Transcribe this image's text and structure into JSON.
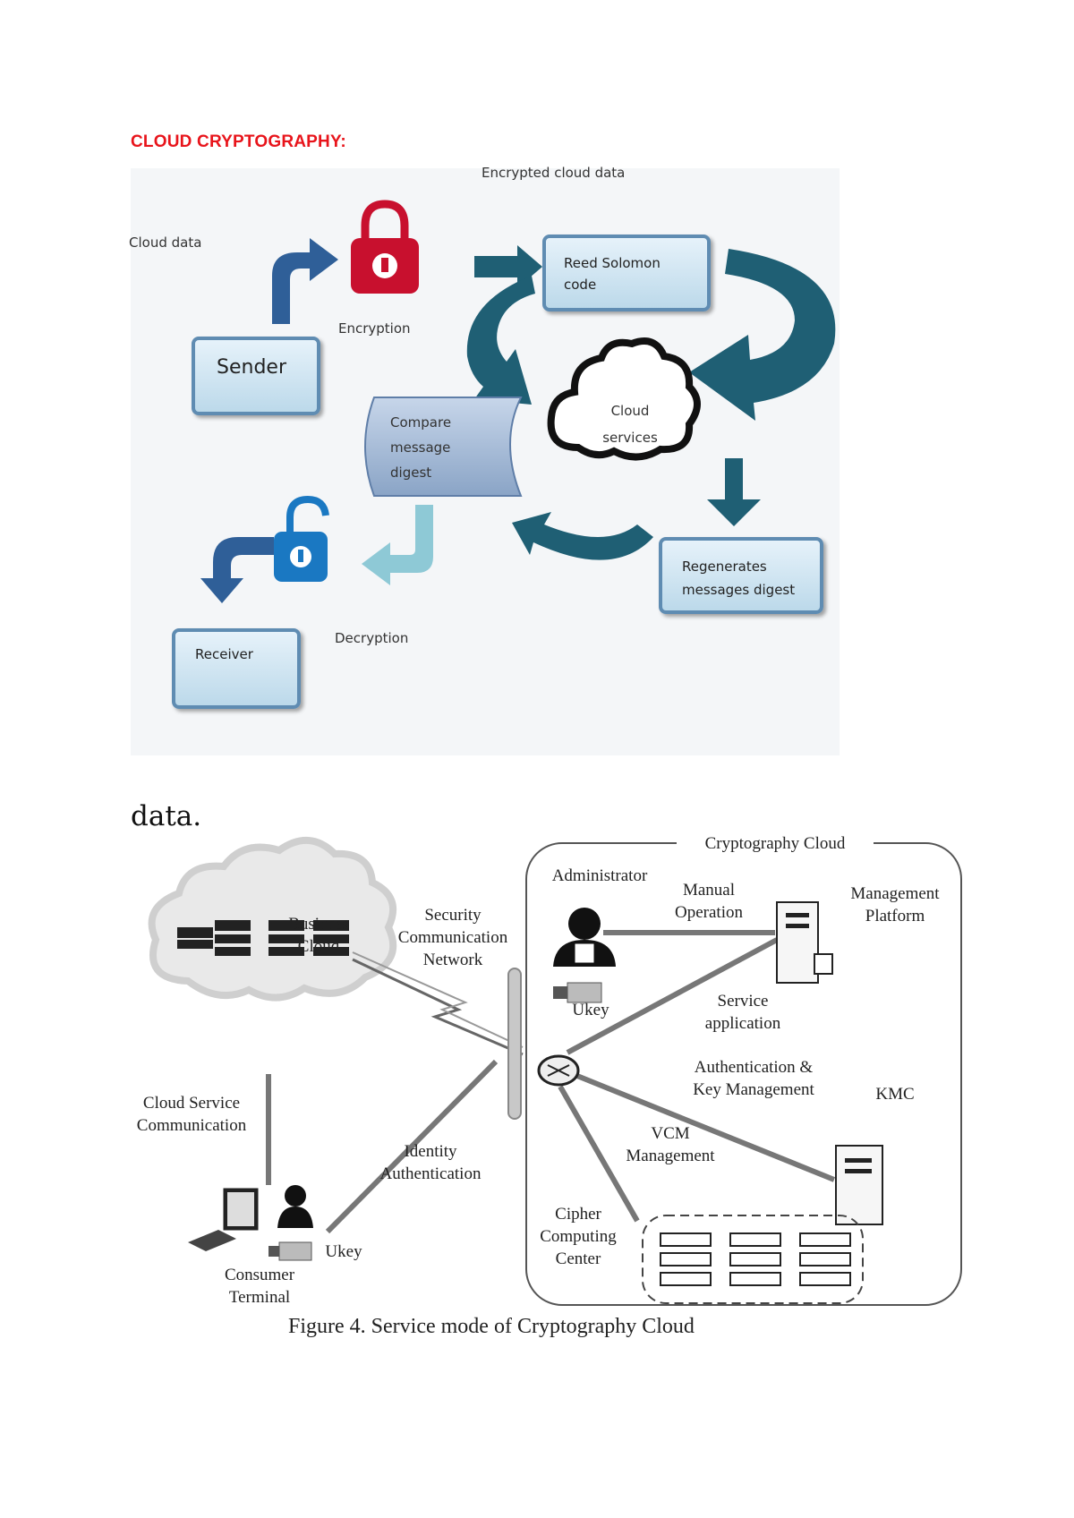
{
  "heading": "CLOUD CRYPTOGRAPHY:",
  "figure1": {
    "encrypted_cloud_data": "Encrypted cloud data",
    "cloud_data": "Cloud data",
    "sender": "Sender",
    "encryption": "Encryption",
    "reed_solomon_line1": "Reed Solomon",
    "reed_solomon_line2": "code",
    "cloud_line1": "Cloud",
    "cloud_line2": "services",
    "compare_line1": "Compare",
    "compare_line2": "message",
    "compare_line3": "digest",
    "regenerates_line1": "Regenerates",
    "regenerates_line2": "messages digest",
    "decryption": "Decryption",
    "receiver": "Receiver"
  },
  "body_text": "data.",
  "figure2": {
    "title": "Cryptography Cloud",
    "administrator": "Administrator",
    "manual_line1": "Manual",
    "manual_line2": "Operation",
    "mgmt_line1": "Management",
    "mgmt_line2": "Platform",
    "business_line1": "Business",
    "business_line2": "Cloud",
    "security_line1": "Security",
    "security_line2": "Communication",
    "security_line3": "Network",
    "ukey_admin": "Ukey",
    "service_line1": "Service",
    "service_line2": "application",
    "auth_line1": "Authentication &",
    "auth_line2": "Key Management",
    "kmc": "KMC",
    "cloud_service_line1": "Cloud Service",
    "cloud_service_line2": "Communication",
    "vcm_line1": "VCM",
    "vcm_line2": "Management",
    "identity_line1": "Identity",
    "identity_line2": "Authentication",
    "cipher_line1": "Cipher",
    "cipher_line2": "Computing",
    "cipher_line3": "Center",
    "ukey_consumer": "Ukey",
    "consumer_line1": "Consumer",
    "consumer_line2": "Terminal",
    "caption": "Figure 4. Service mode of Cryptography Cloud"
  },
  "colors": {
    "heading": "#e8141b",
    "box_border": "#5f8cb2",
    "arrow_teal": "#1f5f74",
    "arrow_blue": "#2f5f98",
    "lock_red": "#c8102e",
    "lock_blue": "#1a78c2"
  },
  "icons": [
    "lock-closed-icon",
    "lock-open-icon",
    "cloud-icon",
    "server-icon",
    "user-icon",
    "usb-key-icon",
    "router-icon",
    "computer-icon"
  ]
}
